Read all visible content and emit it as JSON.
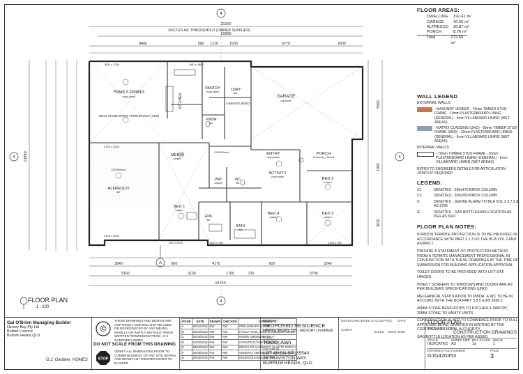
{
  "plan": {
    "ducted_note": "DUCTED A/C THROUGHOUT (OWNER SUPPLIED)",
    "dim_top_total": "20200",
    "dim_top_2": "19000",
    "top_chain": [
      "8400",
      "590",
      "1210",
      "1630",
      "5770",
      "2600"
    ],
    "bottom_chain": [
      "3840",
      "900",
      "4170",
      "900",
      "3240"
    ],
    "bottom_total": "15760",
    "bottom_dims_2": [
      "5160",
      "3130",
      "1760",
      "720",
      "5790"
    ],
    "left_total": "13960",
    "right_dims": [
      "5990",
      "1900",
      "3020"
    ],
    "rooms": [
      {
        "id": "family",
        "label": "FAMILY-DINING",
        "sub": "vinyl plank"
      },
      {
        "id": "kitchen",
        "label": "KITCHEN",
        "sub": "vinyl plank"
      },
      {
        "id": "pantry",
        "label": "PANTRY",
        "sub": "vinyl plank"
      },
      {
        "id": "ldry",
        "label": "LDRY",
        "sub": "tile"
      },
      {
        "id": "garage",
        "label": "GARAGE",
        "sub": "concrete"
      },
      {
        "id": "pwdr",
        "label": "PWDR",
        "sub": "tile"
      },
      {
        "id": "media",
        "label": "MEDIA",
        "sub": "carpet"
      },
      {
        "id": "entry",
        "label": "ENTRY",
        "sub": "vinyl plank"
      },
      {
        "id": "porch",
        "label": "PORCH",
        "sub": "Concrete_Stencil"
      },
      {
        "id": "activity",
        "label": "ACTIVITY",
        "sub": "vinyl plank"
      },
      {
        "id": "wir",
        "label": "WIR",
        "sub": "carpet"
      },
      {
        "id": "wc",
        "label": "WC",
        "sub": "tile"
      },
      {
        "id": "bed2",
        "label": "BED 2",
        "sub": "carpet"
      },
      {
        "id": "alfresco",
        "label": "ALFRESCO",
        "sub": "tile"
      },
      {
        "id": "bed1",
        "label": "BED 1",
        "sub": "carpet"
      },
      {
        "id": "ens",
        "label": "ENS",
        "sub": "tile"
      },
      {
        "id": "bath",
        "label": "BATH",
        "sub": "tile"
      },
      {
        "id": "bed4",
        "label": "BED 4",
        "sub": "carpet"
      },
      {
        "id": "bed3",
        "label": "BED 3",
        "sub": "carpet"
      }
    ],
    "notes": {
      "stone_benchtops": "20mm STONE BTOPS THROUGHOUT (UNO)",
      "laminate_bench": "LAMINATE BENCH",
      "ch2550": "CH2550mm",
      "window_1": "1800 x 1200",
      "window_2": "600 x 1800",
      "window_3": "2100 x 3100",
      "window_4": "600 x 2400",
      "window_5": "1800 x 900",
      "window_6": "1200 x 900",
      "north": "N",
      "section_a": "A",
      "section_num": "4"
    }
  },
  "title": {
    "label": "FLOOR PLAN",
    "scale": "1 : 100"
  },
  "side": {
    "floor_areas_title": "FLOOR AREAS:",
    "areas": [
      {
        "name": "DWELLING",
        "value": "192.41 m²"
      },
      {
        "name": "GARAGE",
        "value": "40.55 m²"
      },
      {
        "name": "ALFRESCO",
        "value": "30.87 m²"
      },
      {
        "name": "PORCH",
        "value": "8.76 m²"
      },
      {
        "name": "Total",
        "value": "272.60 m²"
      }
    ],
    "wall_legend_title": "WALL LEGEND",
    "external_walls": "EXTERNAL WALLS",
    "wall_items": [
      {
        "color": "#c7764a",
        "text": "- MASONRY VENEER - 70mm TIMBER STUD FRAME - 10mm PLASTERBOARD LINING (GENERAL) - 6mm VILLABOARD LINING (WET AREAS)"
      },
      {
        "color": "#8aa0b8",
        "text": "- MATRIX CLADDING (UNO) - 90mm TIMBER STUD FRAME (UNO) - 10mm PLASTERBOARD LINING (GENERAL) - 6mm VILLABOARD LINING (WET AREAS)"
      }
    ],
    "internal_walls": "INTERNAL WALLS",
    "internal_item": "- 70mm TIMBER STUD FRAME - 10mm PLASTERBOARD LINING (GENERAL) - 6mm VILLABOARD LINING (WET AREAS)",
    "engineer_note": "REFER TO ENGINEERS DETAILS FOR ARTICULATION JOINTS IF REQUIRED",
    "legend_title": "LEGEND:",
    "legend_items": [
      {
        "sym": "C1",
        "text": "DENOTES - 350x470 BRICK COLUMN"
      },
      {
        "sym": "C2",
        "text": "DENOTES - 350x350 BRICK COLUMN"
      },
      {
        "sym": "S",
        "text": "DENOTES - SMOKE ALARM TO BCA VOL.2 3.7.2 & AS 3786"
      },
      {
        "sym": "G",
        "text": "DENOTES - GAS BOTTLE/HWS LOCATION AS PER AS 5601"
      }
    ],
    "plan_notes_title": "FLOOR PLAN NOTES:",
    "plan_notes": [
      "KORDON TERMITE PROTECTION IS TO BE PROVIDED IN ACCORDANCE WITH PART 3.1.3 OF THE BCA VOL 2 AND AS3660.1",
      "PROVIDE A STATEMENT OF PROTECTION METHOD FROM A TERMITE MANAGEMENT PROFESSIONAL IN CONJUNCTION WITH THESE DRAWINGS AT THE TIME OF SUBMISSION FOR BUILDING APPLICATION APPROVAL",
      "TOILET DOORS TO BE PROVIDED WITH LIFT-OFF HINGES",
      "INSECT SCREENS TO WINDOWS AND DOORS ARE AS PER BUILDERS SPECIFICATIONS (UNO)",
      "MECHANICAL VENTILATION TO PWDR. & WC TO BE IN ACCORD. WITH THE BCA PART 3.8.5 & AS 1668.2",
      "40mm STONE BENCHTOPS TO KITCHEN & PANTRY, 20mm STONE TO VANITY UNITS",
      "CONSTRUCTION IS NOT TO COMMENCE PRIOR TO FULL APPROVAL BEING GRANTED IN WRITING BY THE CERTIFIER AND LOCAL AUTHORITY",
      "GAS BOTTLE LOCATION AS PER AS5601"
    ]
  },
  "titleblock": {
    "company_name": "G.J. Gardner Homes",
    "company_sub": "Gai O'Brien Managing Builder",
    "company_lines": [
      "Hervey Bay Pty Ltd",
      "Builder Licence",
      "Burrum Heads QLD"
    ],
    "signature": "G.J. Gardner. HOMES",
    "copyright": "THESE DRAWINGS AND DESIGN ARE COPYRIGHT AND WILL NOT BE USED OR REPRODUCED BY ANY MEANS, WHOLLY OR PARTLY WITHOUT PRIOR WRITTEN PERMISSION FROM - G.J GARDNER HOMES",
    "do_not_scale": "DO NOT SCALE FROM THIS DRAWING",
    "verify": "VERIFY ALL DIMENSIONS PRIOR TO COMMENCEMENT OF ANY SITE WORKS AND REFER ANY DISCREPANCIES TO BUILDER",
    "stop": "STOP",
    "rev_headers": [
      "ISSUE",
      "DATE",
      "DRAWN",
      "CHECKED",
      "COMMENTS"
    ],
    "revisions": [
      [
        "A",
        "20/01/2018",
        "RW",
        "RW",
        "PRELIMINARY PLANS"
      ],
      [
        "B",
        "15/02/2018",
        "RW",
        "RW",
        "FASCIA TANK, POOL & COLUMN AMEND."
      ],
      [
        "C",
        "02/03/2018",
        "RW",
        "RW",
        "MINOR AMENDMENTS"
      ],
      [
        "D",
        "12/03/2018",
        "RW",
        "RW",
        "CONSTRUCTION DRAWINGS"
      ],
      [
        "E",
        "19/04/2018",
        "RW",
        "RW",
        "DECKS TO ALFRESCO, SLAB TO PORCH"
      ],
      [
        "F",
        "04/05/2018",
        "RW",
        "RW",
        "GENERAL AMENDMENTS (PER CLIENT)"
      ],
      [
        "G",
        "20/05/2018",
        "RW",
        "RW",
        "RENDERED BRICKWORK"
      ]
    ],
    "project_label": "PROJECT",
    "project": "PROPOSED RESIDENCE",
    "project_sub": "HAWKESBURY 255 - RESORT (modified)",
    "client_label": "CLIENT",
    "client": "TODD, Alan",
    "location_label": "LOCATION",
    "location_lines": [
      "LOT 49 ON SP165540",
      "29 TRAVISTON WAY",
      "BURRUM HEADS, QLD"
    ],
    "design_received": "DESIGN RECEIVED & ACCEPTED",
    "date_label": "DATE",
    "client_sig_label": "CLIENT",
    "sales_label": "SALES",
    "sales_name": "David Hinds",
    "drawing_title": "FLOOR PLAN",
    "project_status_label": "PROJECT STATUS",
    "project_status": "CONSTRUCTION DRAWINGS",
    "scale_label": "SCALE",
    "scale_value": "INDICATED",
    "sheet_size_label": "SHEET SIZE",
    "sheet_size": "A3",
    "bca_label": "BCA CLASS",
    "bca": "1a",
    "issue_label": "ISSUE",
    "issue": "1",
    "drawing_file_label": "DRAWING FILE NUMBER",
    "drawing_file": "GJG420353",
    "page_label": "PAGE",
    "page": "3"
  }
}
